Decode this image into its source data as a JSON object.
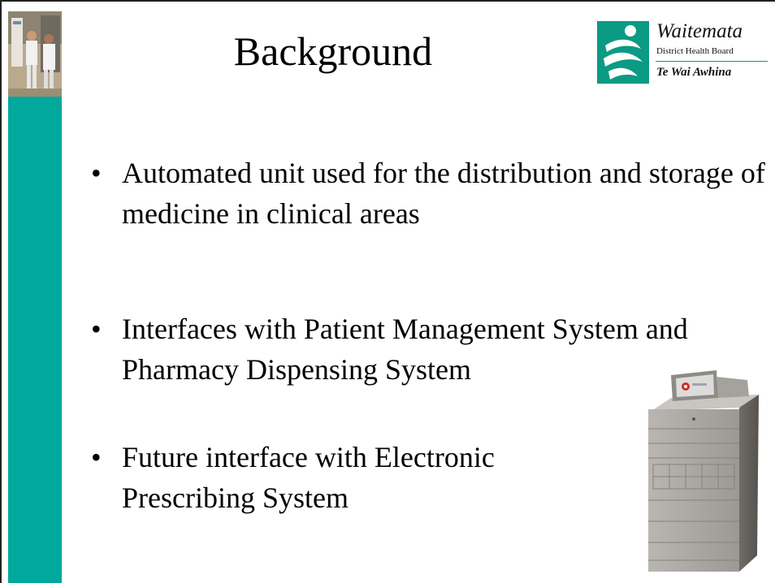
{
  "slide": {
    "title": "Background",
    "logo": {
      "name": "Waitemata",
      "subtitle": "District Health Board",
      "maori": "Te Wai Awhina"
    },
    "bullet_symbol": "•",
    "bullets": [
      "Automated unit used for the distribution and storage of medicine in clinical areas",
      "Interfaces with Patient Management System and Pharmacy Dispensing System",
      "Future interface with Electronic Prescribing System"
    ],
    "colors": {
      "accent_bar": "#00a99b",
      "logo_green": "#0b9a84",
      "text": "#000000"
    },
    "images": [
      "staff-photo",
      "dispensing-cabinet-photo"
    ]
  }
}
